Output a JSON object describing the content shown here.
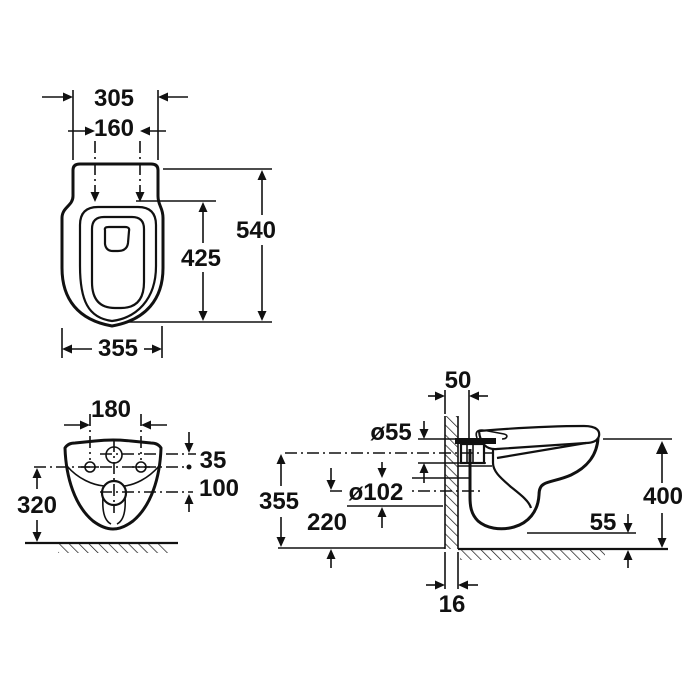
{
  "drawing_type": "technical dimension drawing",
  "subject": "wall-hung toilet pan, three orthographic views",
  "units": "mm",
  "colors": {
    "line": "#111111",
    "background": "#ffffff"
  },
  "plan_view": {
    "top_width": "305",
    "fixing_centres": "160",
    "total_depth": "540",
    "depth_to_fixings": "425",
    "max_width": "355"
  },
  "front_view": {
    "hole_centres": "180",
    "inlet_offset": "35",
    "centre_spacing": "100",
    "height_to_centres": "320"
  },
  "side_view": {
    "wall_offset": "50",
    "inlet_diameter": "ø55",
    "outlet_diameter": "ø102",
    "inlet_centre_height": "355",
    "outlet_centre_height": "220",
    "rim_height": "400",
    "underside_clearance": "55",
    "wall_thickness": "16"
  }
}
